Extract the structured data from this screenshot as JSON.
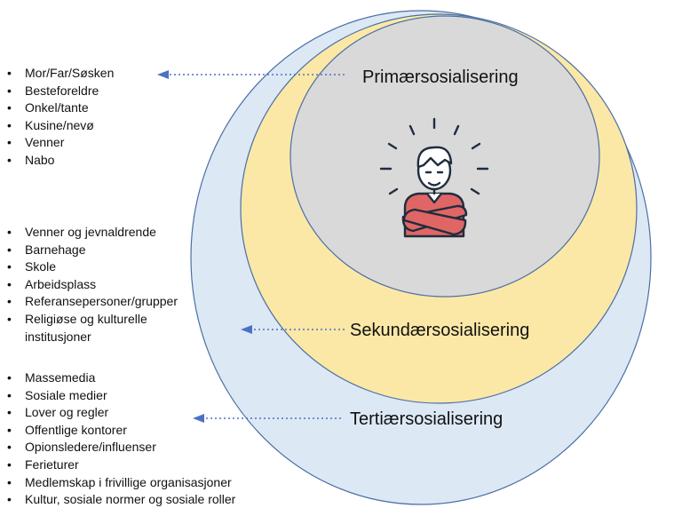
{
  "layers": {
    "primary": {
      "label": "Primærsosialisering",
      "items": [
        "Mor/Far/Søsken",
        "Besteforeldre",
        "Onkel/tante",
        "Kusine/nevø",
        "Venner",
        "Nabo"
      ]
    },
    "secondary": {
      "label": "Sekundærsosialisering",
      "items": [
        "Venner og jevnaldrende",
        "Barnehage",
        "Skole",
        "Arbeidsplass",
        "Referansepersoner/grupper",
        "Religiøse og kulturelle institusjoner"
      ]
    },
    "tertiary": {
      "label": "Tertiærsosialisering",
      "items": [
        "Massemedia",
        "Sosiale medier",
        "Lover og regler",
        "Offentlige kontorer",
        "Opionsledere/influenser",
        "Ferieturer",
        "Medlemskap i frivillige organisasjoner",
        "Kultur, sosiale normer og sosiale roller"
      ]
    }
  },
  "colors": {
    "outer_fill": "#dde8f5",
    "middle_fill": "#fbe8a6",
    "inner_fill": "#d9d9d9",
    "ring_stroke": "#4a6fa5",
    "arrow": "#4a72c4",
    "person_accent": "#e06666",
    "person_line": "#1f2d3d"
  },
  "icons": [
    "person-arms-crossed-icon"
  ]
}
